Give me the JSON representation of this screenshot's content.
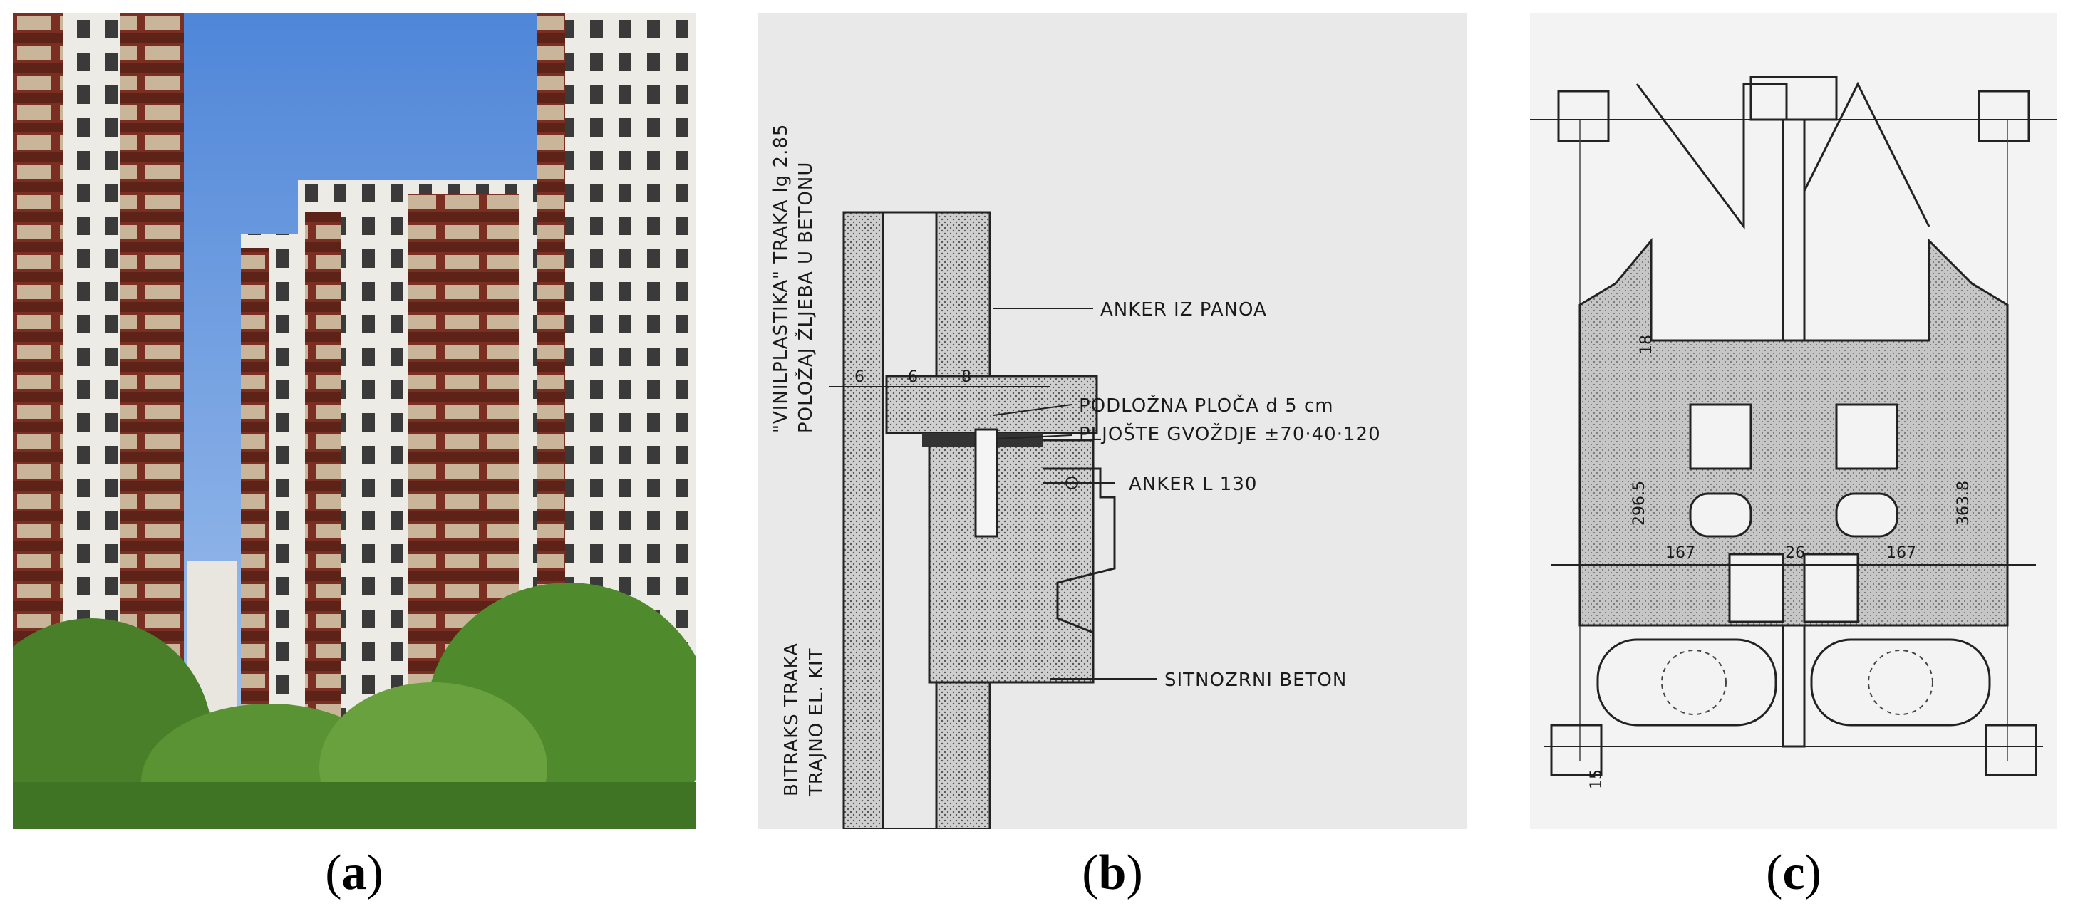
{
  "captions": {
    "a_open": "(",
    "a_letter": "a",
    "a_close": ")",
    "b_open": "(",
    "b_letter": "b",
    "b_close": ")",
    "c_open": "(",
    "c_letter": "c",
    "c_close": ")"
  },
  "panel_b": {
    "label_vinil": "\"VINILPLASTIKA\" TRAKA lg 2.85",
    "label_polozaj": "POLOŽAJ ŽLJEBA U BETONU",
    "label_anker_panoa": "ANKER IZ PANOA",
    "label_podlozna": "PODLOŽNA PLOČA d 5 cm",
    "label_pljoste": "PLJOŠTE GVOŽDJE ±70·40·120",
    "label_anker_l": "ANKER L 130",
    "label_sitnozrni": "SITNOZRNI BETON",
    "label_bitraks": "BITRAKS TRAKA",
    "label_trajno": "TRAJNO EL. KIT",
    "dim_1": "6",
    "dim_2": "6",
    "dim_3": "8"
  },
  "panel_c": {
    "dim_left": "167",
    "dim_mid": "26",
    "dim_right": "167",
    "dim_vert_left": "296.5",
    "dim_vert_right": "363.8",
    "dim_top": "18",
    "dim_bottom": "15"
  },
  "colors": {
    "sky": "#6f9fe0",
    "facade_white": "#f1efe9",
    "facade_brown": "#6b2a1f",
    "foliage": "#4f8a2c",
    "hatch_fill": "#bdbdbd",
    "line": "#2a2a2a"
  }
}
